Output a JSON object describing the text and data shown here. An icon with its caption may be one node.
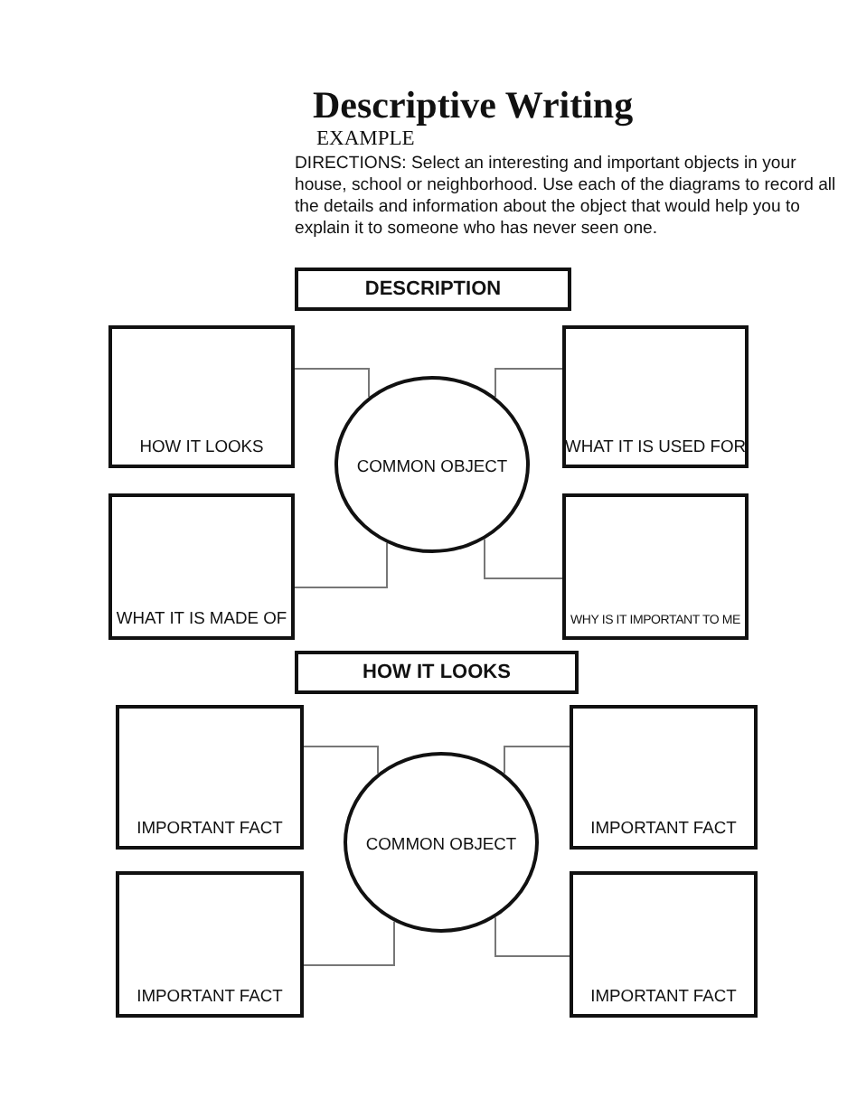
{
  "diagram": {
    "title": "Descriptive Writing",
    "nodes": [
      {
        "text": [
          "DESCRIPTION"
        ]
      },
      {
        "text": [
          "HOW IT LOOKS"
        ]
      },
      {
        "text": [
          "WHAT IT IS USED FOR"
        ]
      },
      {
        "text": [
          "COMMON OBJECT"
        ]
      },
      {
        "text": [
          "WHAT IT IS MADE OF"
        ]
      },
      {
        "text": [
          "WHY IS IT IMPORTANT TO ME"
        ]
      },
      {
        "text": [
          "HOW IT LOOKS"
        ]
      },
      {
        "text": [
          "IMPORTANT FACT"
        ]
      },
      {
        "text": [
          "IMPORTANT FACT"
        ]
      },
      {
        "text": [
          "COMMON OBJECT"
        ]
      },
      {
        "text": [
          "IMPORTANT FACT"
        ]
      },
      {
        "text": [
          "IMPORTANT FACT"
        ]
      }
    ],
    "edges": [
      {
        "from": 1,
        "to": 3,
        "arrow": "none"
      },
      {
        "from": 2,
        "to": 3,
        "arrow": "none"
      },
      {
        "from": 4,
        "to": 3,
        "arrow": "none"
      },
      {
        "from": 5,
        "to": 3,
        "arrow": "none"
      },
      {
        "from": 7,
        "to": 9,
        "arrow": "none"
      },
      {
        "from": 8,
        "to": 9,
        "arrow": "none"
      },
      {
        "from": 10,
        "to": 9,
        "arrow": "none"
      },
      {
        "from": 11,
        "to": 9,
        "arrow": "none"
      }
    ],
    "labels": [
      "EXAMPLE",
      "DIRECTIONS: Select an interesting and important objects in your house, school or neighborhood.  Use each of the diagrams to record all the details and information about the object that would help you to explain it to someone who has never seen one."
    ]
  }
}
